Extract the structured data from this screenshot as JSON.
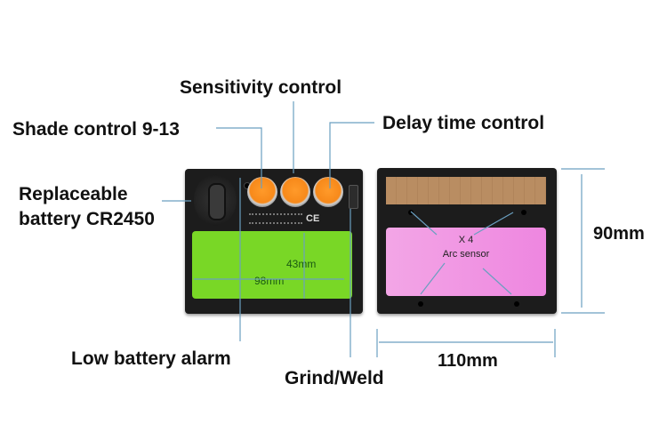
{
  "labels": {
    "sensitivity": "Sensitivity control",
    "shade": "Shade control 9-13",
    "delay": "Delay time control",
    "battery_line1": "Replaceable",
    "battery_line2": "battery CR2450",
    "low_battery": "Low battery alarm",
    "grind_weld": "Grind/Weld"
  },
  "front": {
    "viewing_height": "43mm",
    "viewing_width": "98mm",
    "mark": "CE"
  },
  "back": {
    "sensor_count": "X 4",
    "sensor_label": "Arc sensor"
  },
  "dimensions": {
    "height": "90mm",
    "width": "110mm"
  },
  "colors": {
    "leader_line": "#6a9fc0",
    "lens_green": "#79d726",
    "lens_pink": "#ee86e0",
    "knob_orange": "#f7891a"
  }
}
